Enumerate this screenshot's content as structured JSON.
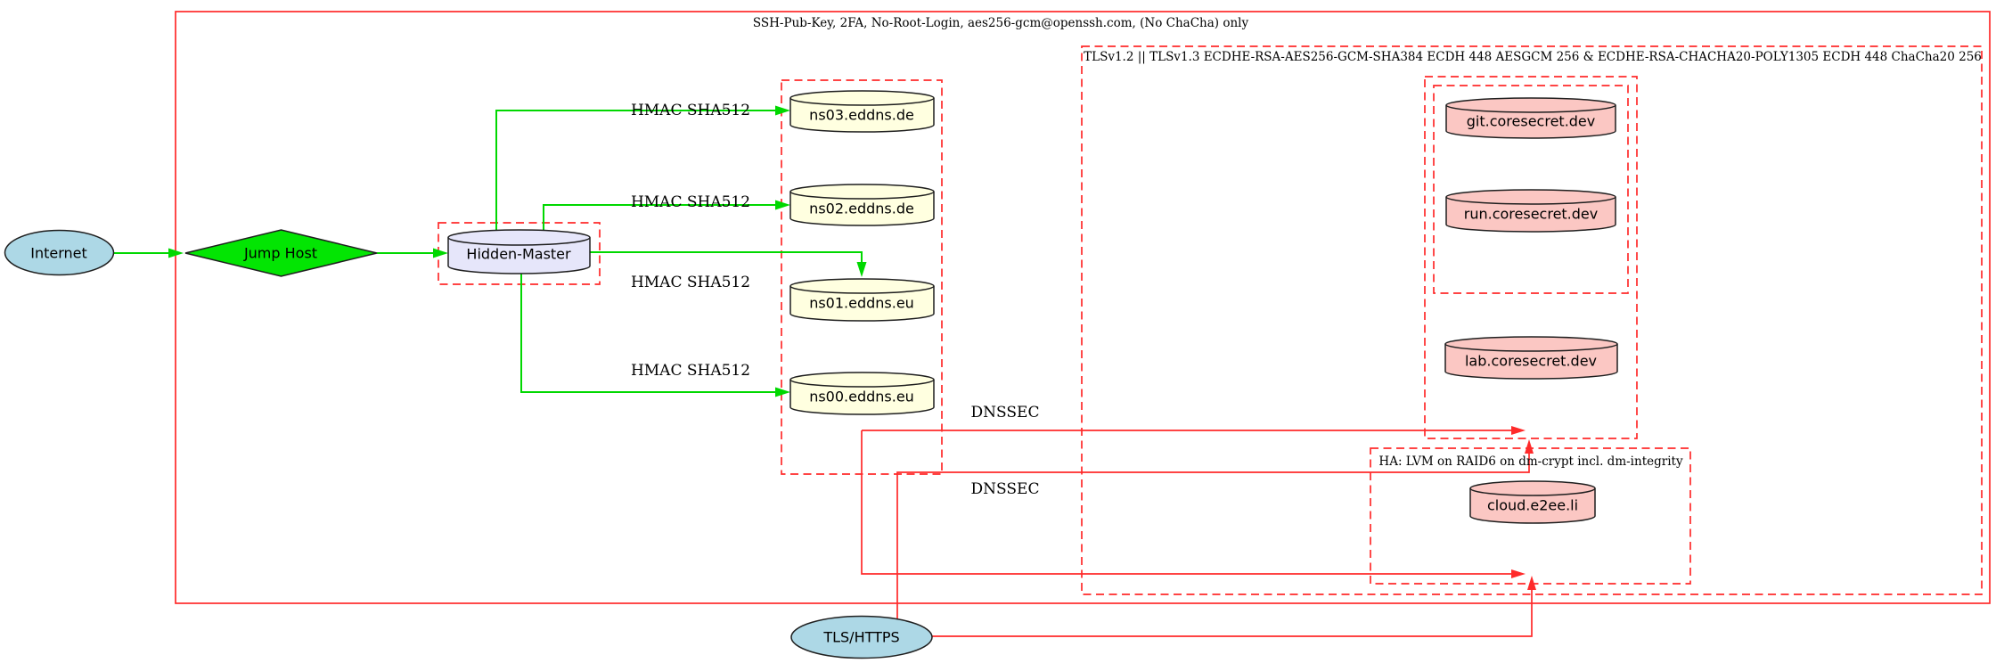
{
  "colors": {
    "ink": "#000000",
    "node-border": "#1f1f1f",
    "line-red": "#ff2a2a",
    "edge-green": "#00d800",
    "node-green": "#03e503",
    "node-blue": "#add8e6",
    "node-lavender": "#e6e6fa",
    "node-yellow": "#ffffe0",
    "node-pink": "#fbc7c3"
  },
  "clusters": {
    "ssh": {
      "label": "SSH-Pub-Key, 2FA, No-Root-Login, aes256-gcm@openssh.com, (No ChaCha) only"
    },
    "tls": {
      "label": "TLSv1.2 || TLSv1.3 ECDHE-RSA-AES256-GCM-SHA384 ECDH 448 AESGCM 256 & ECDHE-RSA-CHACHA20-POLY1305 ECDH 448 ChaCha20 256"
    },
    "ha": {
      "label": "HA: LVM on RAID6 on dm-crypt incl. dm-integrity"
    }
  },
  "nodes": {
    "internet": {
      "label": "Internet"
    },
    "jump_host": {
      "label": "Jump Host"
    },
    "hidden_master": {
      "label": "Hidden-Master"
    },
    "ns03": {
      "label": "ns03.eddns.de"
    },
    "ns02": {
      "label": "ns02.eddns.de"
    },
    "ns01": {
      "label": "ns01.eddns.eu"
    },
    "ns00": {
      "label": "ns00.eddns.eu"
    },
    "git": {
      "label": "git.coresecret.dev"
    },
    "run": {
      "label": "run.coresecret.dev"
    },
    "lab": {
      "label": "lab.coresecret.dev"
    },
    "cloud": {
      "label": "cloud.e2ee.li"
    },
    "tls_https": {
      "label": "TLS/HTTPS"
    }
  },
  "edge_labels": {
    "hmac_ns03": "HMAC SHA512",
    "hmac_ns02": "HMAC SHA512",
    "hmac_ns01": "HMAC SHA512",
    "hmac_ns00": "HMAC SHA512",
    "dnssec_1": "DNSSEC",
    "dnssec_2": "DNSSEC"
  }
}
